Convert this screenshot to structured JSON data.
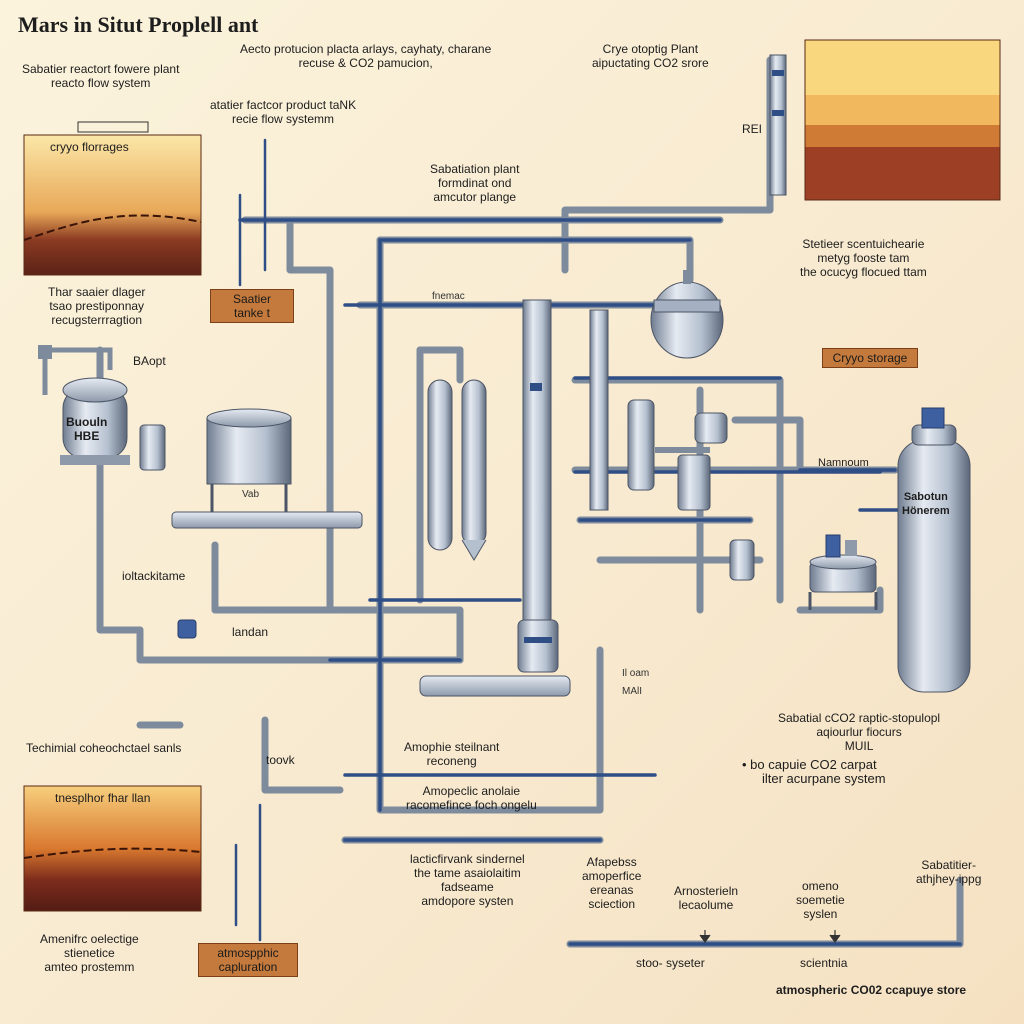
{
  "title": "Mars in Situt Proplell  ant",
  "header_notes": {
    "left": [
      "Sabatier reactort fowere plant",
      "reacto flow system"
    ],
    "center": [
      "Aecto protucion placta arlays, cayhaty, charane",
      "recuse & CO2 pamucion,"
    ],
    "right": [
      "Crye otoptig Plant",
      "aipuctating CO2 srore"
    ],
    "tank_note": [
      "atatier factcor product taNK",
      "recie flow systemm"
    ]
  },
  "panels": {
    "top_left": "cryyo florrages",
    "bottom_left": "tnesplhor fhar llan"
  },
  "labels": {
    "sabation_plant": [
      "Sabatiation plant",
      "formdinat ond",
      "amcutor plange"
    ],
    "heat_exchanger": [
      "Thar saaier dlager",
      "tsao prestiponnay",
      "recugsterrragtion"
    ],
    "knot": "BAopt",
    "left_tank_text": [
      "Buouln",
      "HBE"
    ],
    "middle_tank_tag": "Vab",
    "control_flame": "ioltackitame",
    "landan": "landan",
    "rei_tag": "REI",
    "top_right_desc": [
      "Stetieer scentuichearie",
      "metyg fooste tam",
      "the  ocucyg flocued ttam"
    ],
    "big_tank": [
      "Sabotun",
      "Hönerem"
    ],
    "side_label": "Namnoum",
    "right_note": [
      "Sabatial cCO2 raptic-stopulopl",
      "aqiourlur fiocurs",
      "MUIL"
    ],
    "co2_capture": [
      "• bo capuie CO2 carpat",
      "ilter acurpane system"
    ],
    "mid_label1": "fnemac",
    "pipe_tag1": "Il oam",
    "pipe_tag2": "MAlI",
    "tech_label": "Techimial coheochctael sanls",
    "toovk": "toovk",
    "amophie_1": [
      "Amophie steilnant",
      "reconeng"
    ],
    "amophie_2": [
      "Amopeclic anolaie",
      "racomefince foch ongelu"
    ],
    "bottom_center": [
      "lacticfirvank sindernel",
      "the tame asaiolaitim",
      "fadseame",
      "amdopore systen"
    ],
    "bottom_mid1": [
      "Afapebss",
      "amoperfice",
      "ereanas",
      "sciection"
    ],
    "bottom_mid2": [
      "Arnosterieln",
      "lecaolume"
    ],
    "bottom_mid3": [
      "omeno",
      "soemetie",
      "syslen"
    ],
    "bottom_right": [
      "Sabatitier-",
      "athjhey-ippg"
    ],
    "amehic": [
      "Amenifrc oelectige",
      "stienetice",
      "amteo prostemm"
    ],
    "pipe_bottom1": "stoo- syseter",
    "pipe_bottom2": "scientnia",
    "footer": "atmospheric CO02 ccapuye store"
  },
  "badges": {
    "saatier": [
      "Saatier",
      "tanke t"
    ],
    "cryo": "Cryyo storage",
    "atmospheric": [
      "atmospphic",
      "capluration"
    ]
  },
  "colors": {
    "pipe": "#8e9aaa",
    "pipe_blue": "#2f4e86",
    "metal_light": "#d9e0ea",
    "metal_dark": "#7a8798",
    "badge_fill": "#c47a3c",
    "ground_dark": "#6d2d1c",
    "ground_light": "#f2c878"
  }
}
